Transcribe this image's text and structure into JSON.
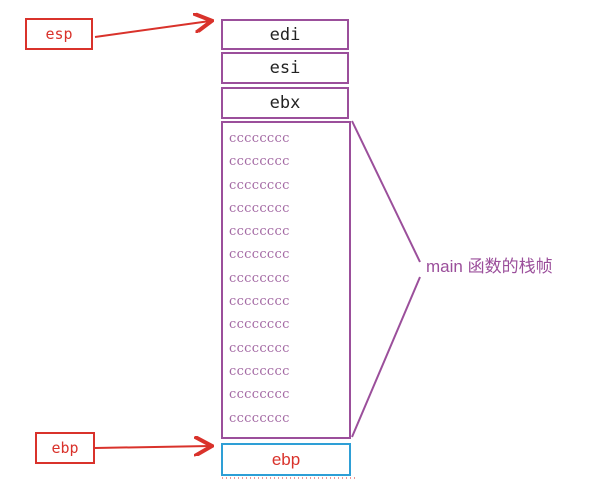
{
  "pointers": {
    "esp": "esp",
    "ebp": "ebp"
  },
  "stack": {
    "registers": [
      "edi",
      "esi",
      "ebx"
    ],
    "frame_rows": [
      "cccccccc",
      "cccccccc",
      "cccccccc",
      "cccccccc",
      "cccccccc",
      "cccccccc",
      "cccccccc",
      "cccccccc",
      "cccccccc",
      "cccccccc",
      "cccccccc",
      "cccccccc",
      "cccccccc"
    ],
    "bottom": "ebp"
  },
  "frame_label": "main 函数的栈帧",
  "colors": {
    "frame_border": "#9b4f9b",
    "pointer_red": "#d9322b",
    "ebp_box_border": "#2e9fd6"
  }
}
